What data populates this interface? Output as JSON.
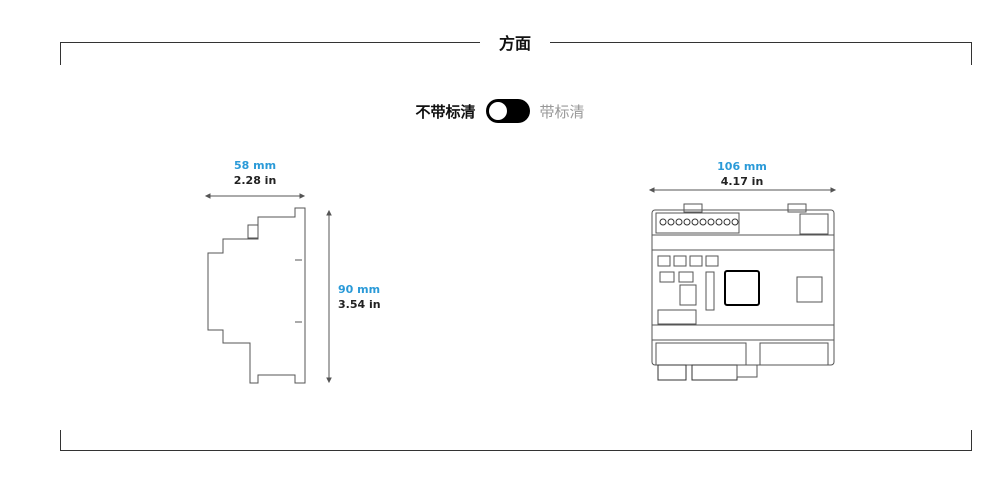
{
  "section": {
    "title": "方面"
  },
  "toggle": {
    "left_label": "不带标清",
    "right_label": "带标清",
    "state": "off"
  },
  "side_view": {
    "width_mm": "58 mm",
    "width_in": "2.28 in",
    "height_mm": "90 mm",
    "height_in": "3.54 in"
  },
  "front_view": {
    "width_mm": "106 mm",
    "width_in": "4.17 in"
  },
  "colors": {
    "metric": "#2a9ad8",
    "text": "#222"
  }
}
